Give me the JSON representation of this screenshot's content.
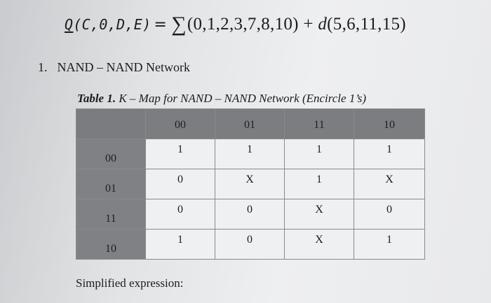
{
  "formula": {
    "function": "Q(C,0,D,E)",
    "equals": "=",
    "sigma": "∑",
    "minterms": "(0,1,2,3,7,8,10)",
    "plus": "+",
    "dc_symbol": "d",
    "dont_cares": "(5,6,11,15)"
  },
  "section": {
    "number": "1.",
    "title": "NAND – NAND Network"
  },
  "caption": {
    "label": "Table 1.",
    "text": "K – Map for NAND – NAND Network (Encircle 1’s)"
  },
  "kmap": {
    "columns": [
      "00",
      "01",
      "11",
      "10"
    ],
    "rows": [
      {
        "label": "00",
        "cells": [
          "1",
          "1",
          "1",
          "1"
        ]
      },
      {
        "label": "01",
        "cells": [
          "0",
          "X",
          "1",
          "X"
        ]
      },
      {
        "label": "11",
        "cells": [
          "0",
          "0",
          "X",
          "0"
        ]
      },
      {
        "label": "10",
        "cells": [
          "1",
          "0",
          "X",
          "1"
        ]
      }
    ]
  },
  "footer": {
    "simplified_label": "Simplified expression:"
  }
}
